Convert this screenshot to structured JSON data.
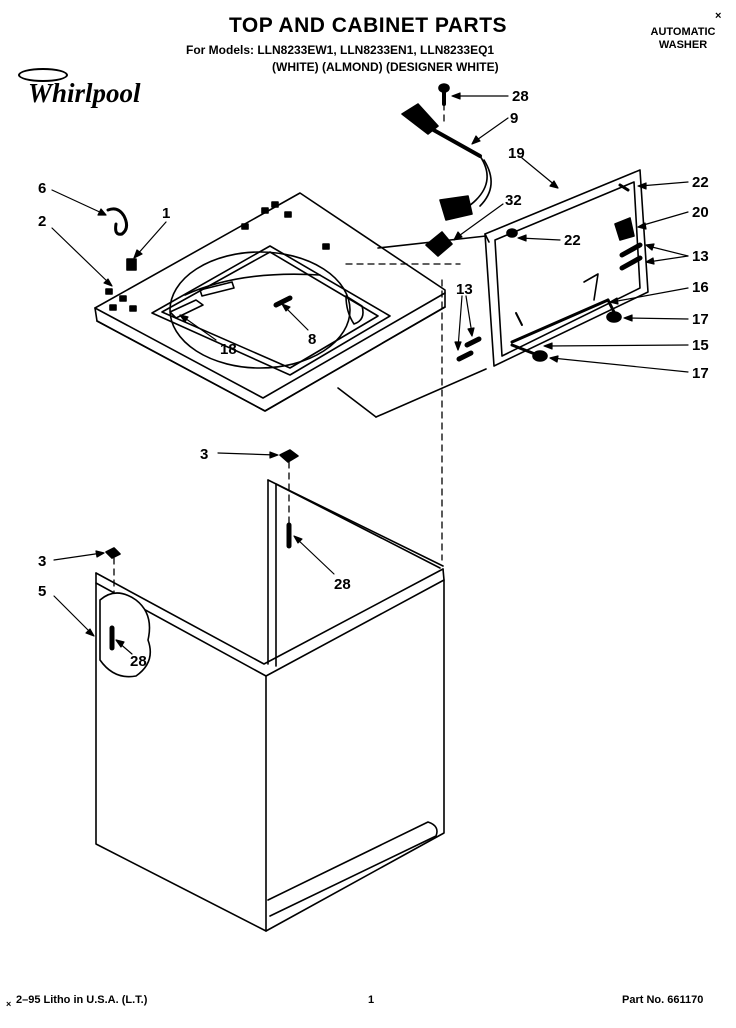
{
  "header": {
    "title": "TOP AND CABINET PARTS",
    "models_line": "For Models: LLN8233EW1, LLN8233EN1, LLN8233EQ1",
    "colors_line": "(WHITE)    (ALMOND) (DESIGNER WHITE)",
    "product_line1": "AUTOMATIC",
    "product_line2": "WASHER",
    "corner_mark": "×"
  },
  "brand": {
    "name": "Whirlpool"
  },
  "callouts": {
    "c28a": "28",
    "c9": "9",
    "c19": "19",
    "c32": "32",
    "c22a": "22",
    "c20": "20",
    "c22b": "22",
    "c13a": "13",
    "c16": "16",
    "c17a": "17",
    "c15": "15",
    "c17b": "17",
    "c13b": "13",
    "c6": "6",
    "c1": "1",
    "c2": "2",
    "c8": "8",
    "c18": "18",
    "c3a": "3",
    "c28b": "28",
    "c3b": "3",
    "c5": "5",
    "c28c": "28"
  },
  "footer": {
    "litho": "2–95 Litho in U.S.A. (L.T.)",
    "page": "1",
    "part_no": "Part No. 661170",
    "litho_mark": "×"
  }
}
